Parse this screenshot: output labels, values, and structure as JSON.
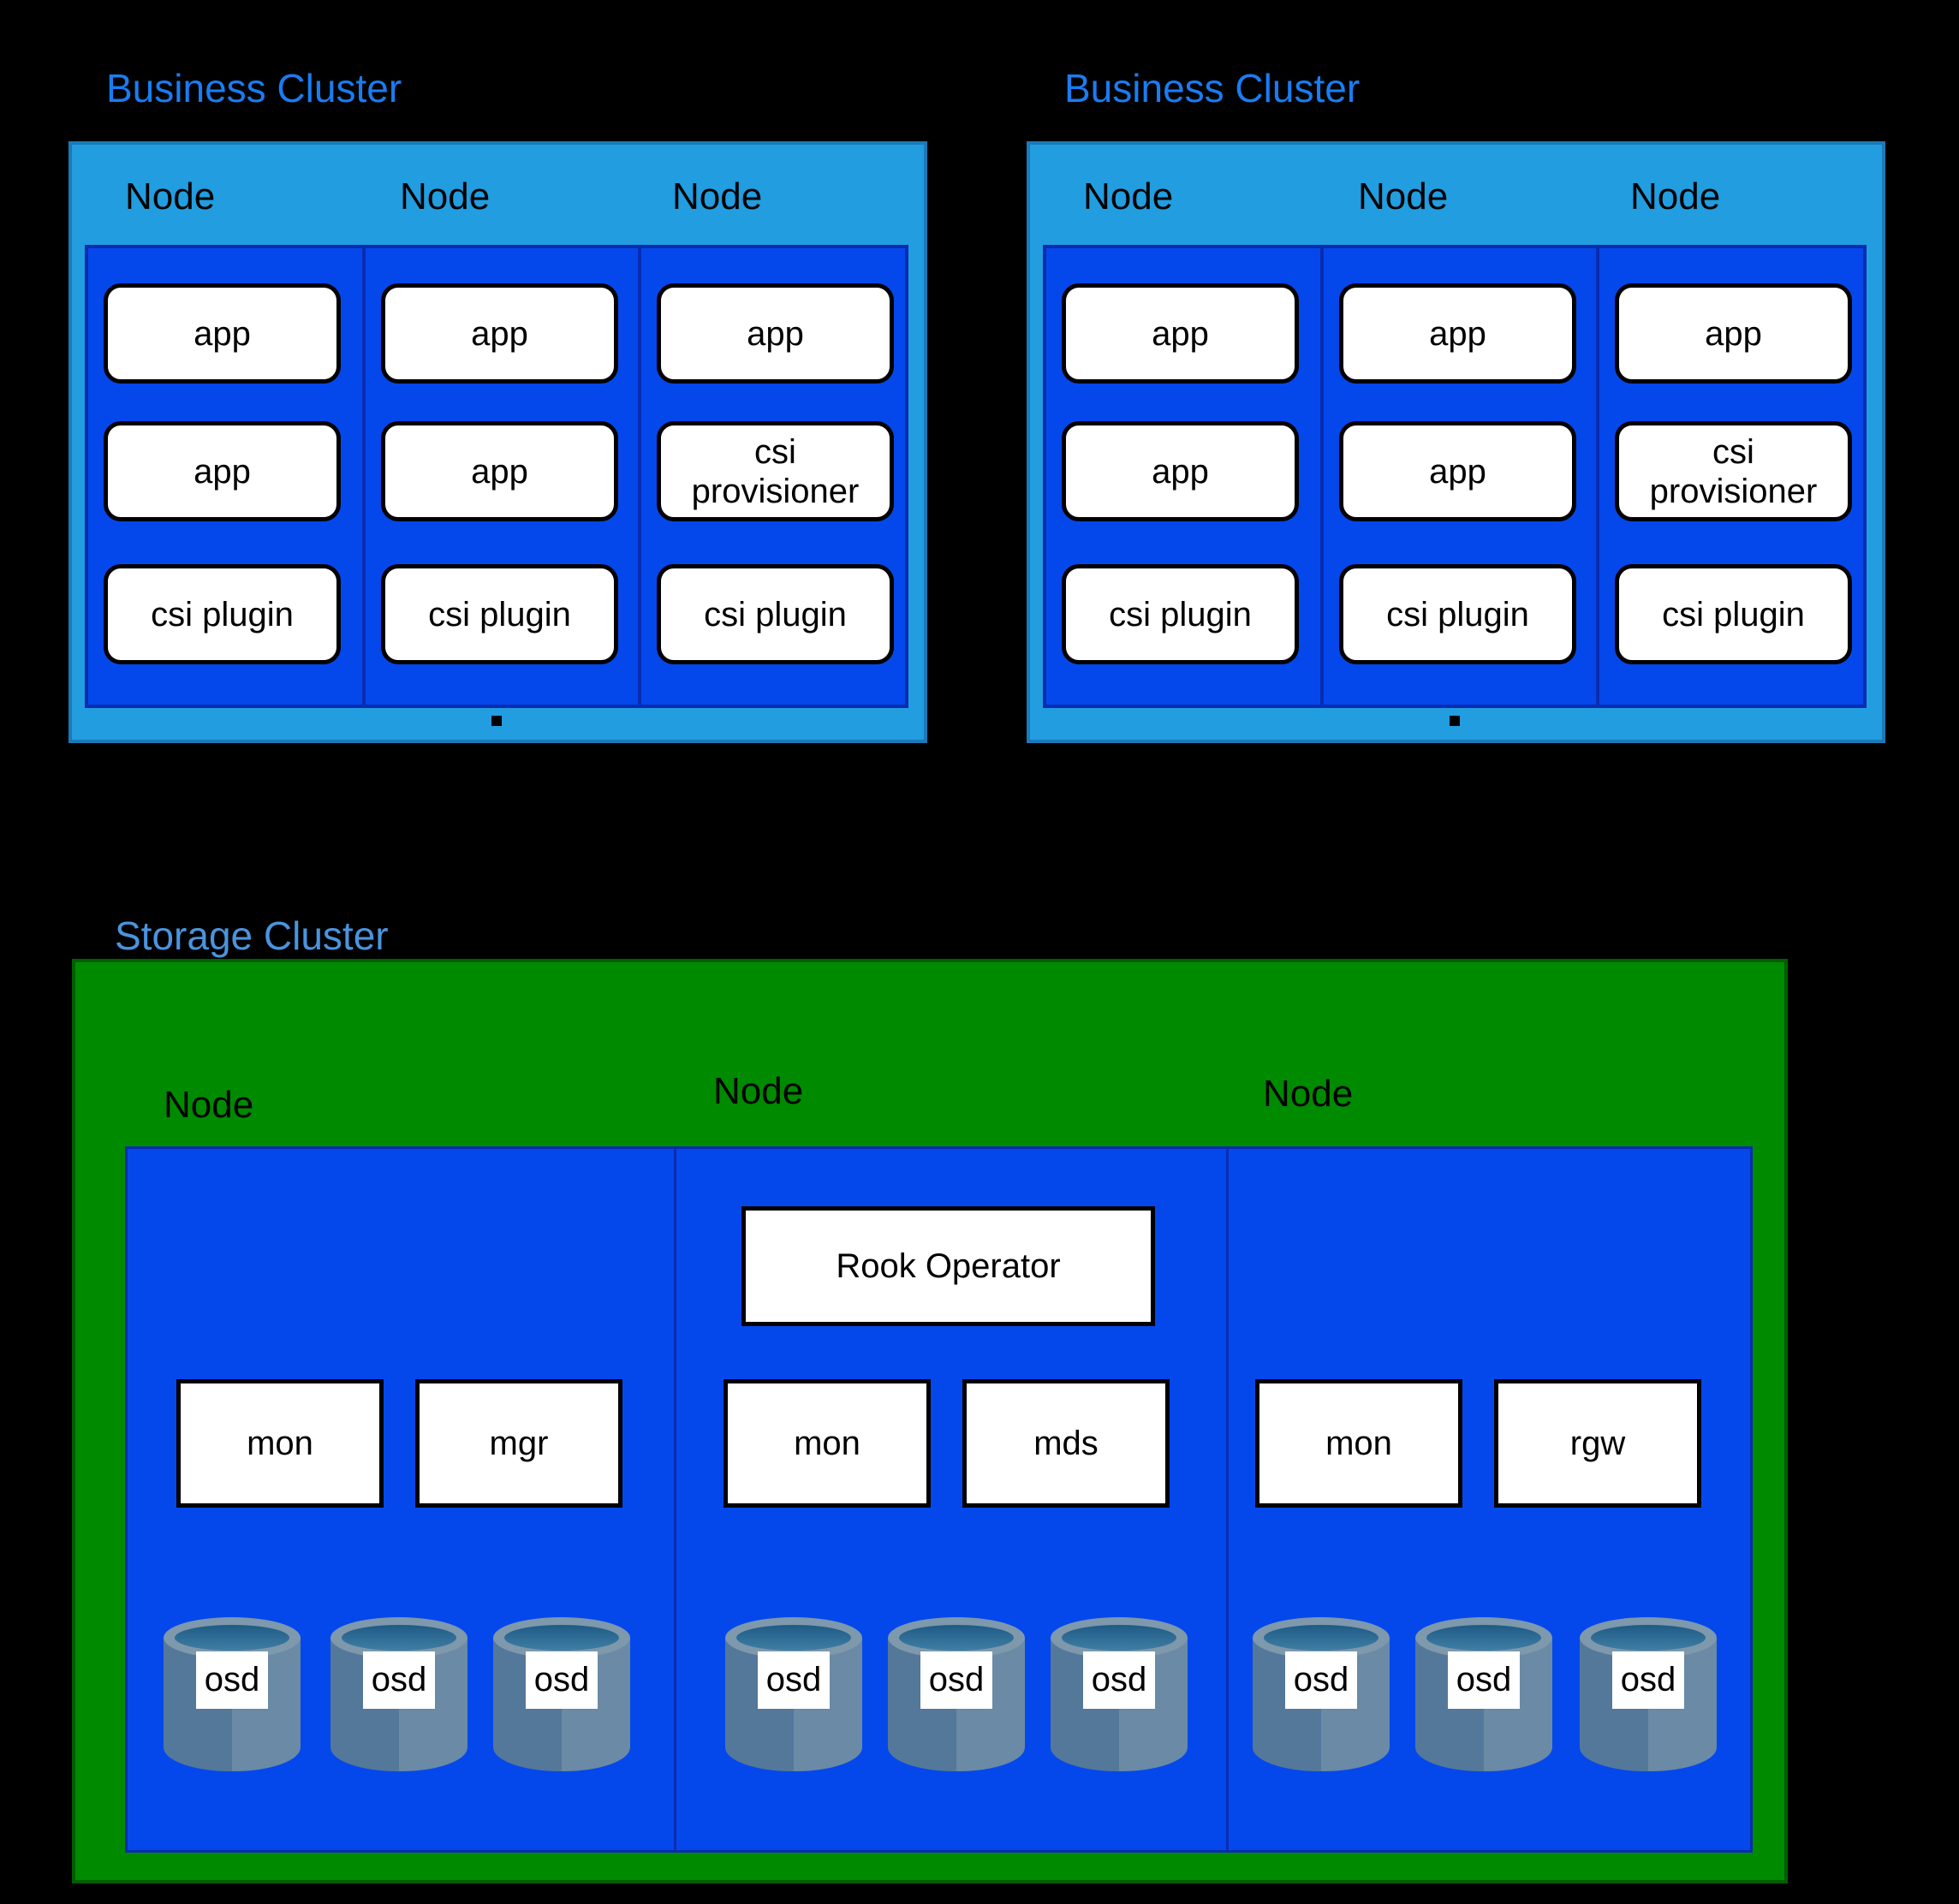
{
  "colors": {
    "background": "#000000",
    "business_title": "#1a7cf2",
    "storage_title": "#4a94dd",
    "business_cluster_fill": "#219de0",
    "business_cluster_border": "#1a7ab8",
    "node_box_fill": "#0448ec",
    "node_box_border": "#0a2cb0",
    "storage_cluster_fill": "#008a00",
    "storage_cluster_border": "#005f00",
    "pod_fill": "#ffffff",
    "pod_border": "#000000",
    "cylinder_body_left": "#54789a",
    "cylinder_body_right": "#6a8aa5",
    "cylinder_rim": "#7e98ac",
    "cylinder_hole": "#2c6890"
  },
  "business_clusters": [
    {
      "title": "Business Cluster",
      "nodes": [
        {
          "label": "Node",
          "pods": [
            "app",
            "app",
            "csi plugin"
          ]
        },
        {
          "label": "Node",
          "pods": [
            "app",
            "app",
            "csi plugin"
          ]
        },
        {
          "label": "Node",
          "pods": [
            "app",
            "csi provisioner",
            "csi plugin"
          ]
        }
      ]
    },
    {
      "title": "Business Cluster",
      "nodes": [
        {
          "label": "Node",
          "pods": [
            "app",
            "app",
            "csi plugin"
          ]
        },
        {
          "label": "Node",
          "pods": [
            "app",
            "app",
            "csi plugin"
          ]
        },
        {
          "label": "Node",
          "pods": [
            "app",
            "csi provisioner",
            "csi plugin"
          ]
        }
      ]
    }
  ],
  "storage_cluster": {
    "title": "Storage Cluster",
    "nodes": [
      {
        "label": "Node",
        "services": [
          "mon",
          "mgr"
        ],
        "osds": [
          "osd",
          "osd",
          "osd"
        ]
      },
      {
        "label": "Node",
        "operator": "Rook Operator",
        "services": [
          "mon",
          "mds"
        ],
        "osds": [
          "osd",
          "osd",
          "osd"
        ]
      },
      {
        "label": "Node",
        "services": [
          "mon",
          "rgw"
        ],
        "osds": [
          "osd",
          "osd",
          "osd"
        ]
      }
    ]
  }
}
